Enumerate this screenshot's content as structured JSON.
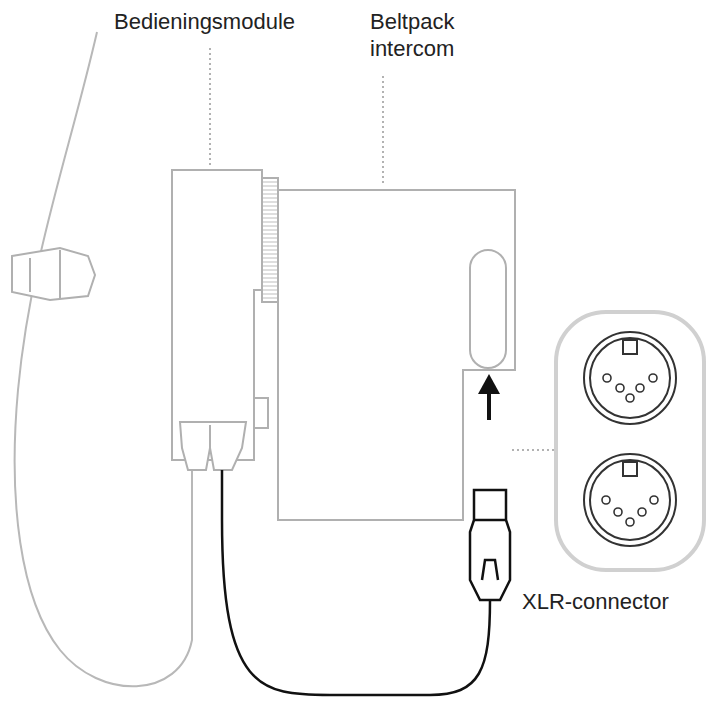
{
  "diagram": {
    "labels": [
      "Bedieningsmodule",
      "Beltpack intercom",
      "XLR-connector"
    ]
  }
}
